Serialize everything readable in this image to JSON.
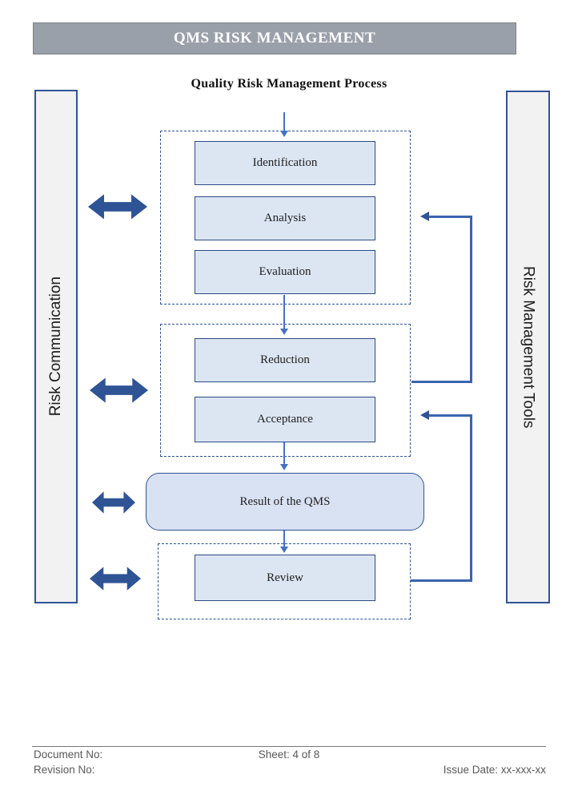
{
  "page": {
    "header_title": "QMS RISK MANAGEMENT",
    "diagram_title": "Quality Risk Management Process"
  },
  "diagram": {
    "left_panel_label": "Risk Communication",
    "right_panel_label": "Risk Management Tools",
    "groups": [
      {
        "steps": [
          "Identification",
          "Analysis",
          "Evaluation"
        ]
      },
      {
        "steps": [
          "Reduction",
          "Acceptance"
        ]
      },
      {
        "steps": [
          "Review"
        ]
      }
    ],
    "result_label": "Result of the QMS",
    "colors": {
      "header_bg": "#9aa0aa",
      "panel_fill": "#f2f2f2",
      "panel_border": "#2f5496",
      "step_fill": "#dce6f3",
      "step_border": "#2b4a87",
      "result_fill": "#d9e2f3",
      "result_border": "#2f5496",
      "connector_blue": "#4472c4",
      "elbow_blue": "#3a64b0",
      "double_arrow_blue": "#2f5496",
      "dashed_border": "#2f5496"
    }
  },
  "footer": {
    "document_no": "Document No:",
    "revision_no": "Revision No:",
    "sheet": "Sheet: 4 of 8",
    "issue_date": "Issue Date: xx-xxx-xx"
  }
}
